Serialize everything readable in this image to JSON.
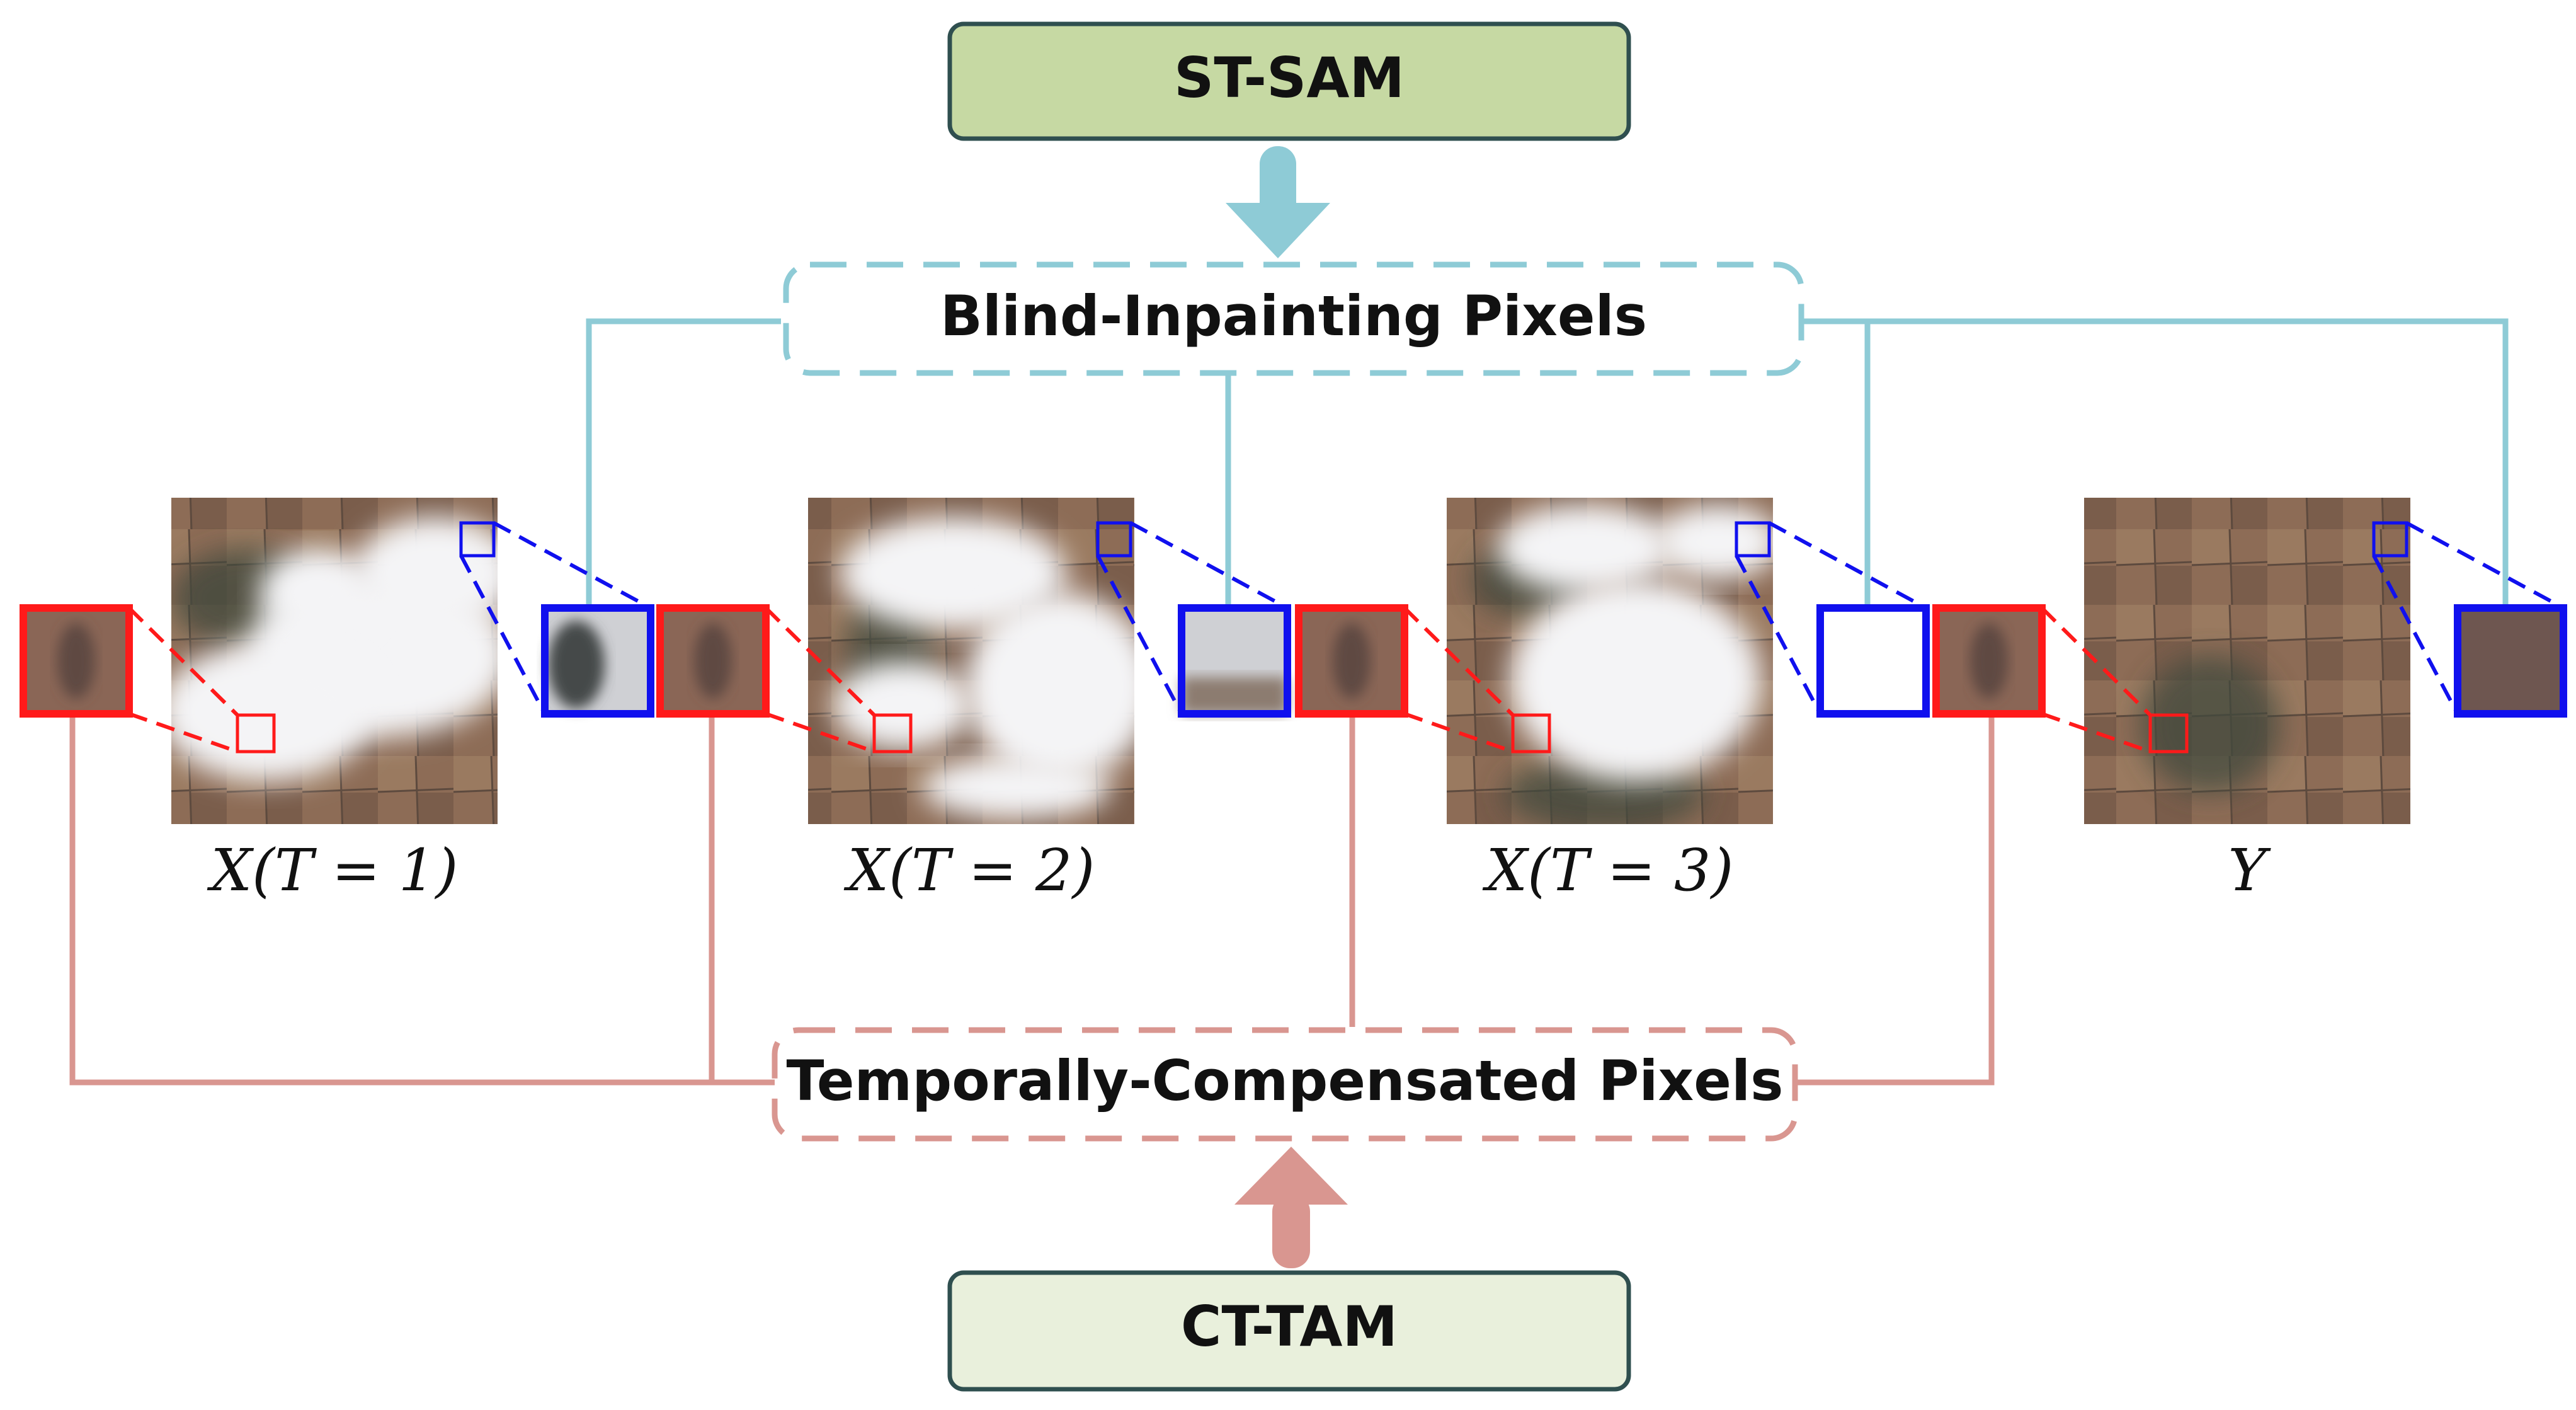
{
  "modules": {
    "top": {
      "label": "ST-SAM",
      "fill": "#c6d9a3",
      "stroke": "#2f4f4f"
    },
    "bottom": {
      "label": "CT-TAM",
      "fill": "#e9f0dc",
      "stroke": "#2f4f4f"
    }
  },
  "groups": {
    "blind": {
      "label": "Blind-Inpainting Pixels",
      "color": "#8ecbd6"
    },
    "temporal": {
      "label": "Temporally-Compensated Pixels",
      "color": "#d99690"
    }
  },
  "frames": [
    {
      "caption": "X(T = 1)"
    },
    {
      "caption": "X(T = 2)"
    },
    {
      "caption": "X(T = 3)"
    },
    {
      "caption": "Y"
    }
  ],
  "colors": {
    "red_patch": "#ff1a1a",
    "blue_patch": "#1010ee",
    "terrain": "#8a6a55",
    "cloud": "#f4f4f6"
  }
}
